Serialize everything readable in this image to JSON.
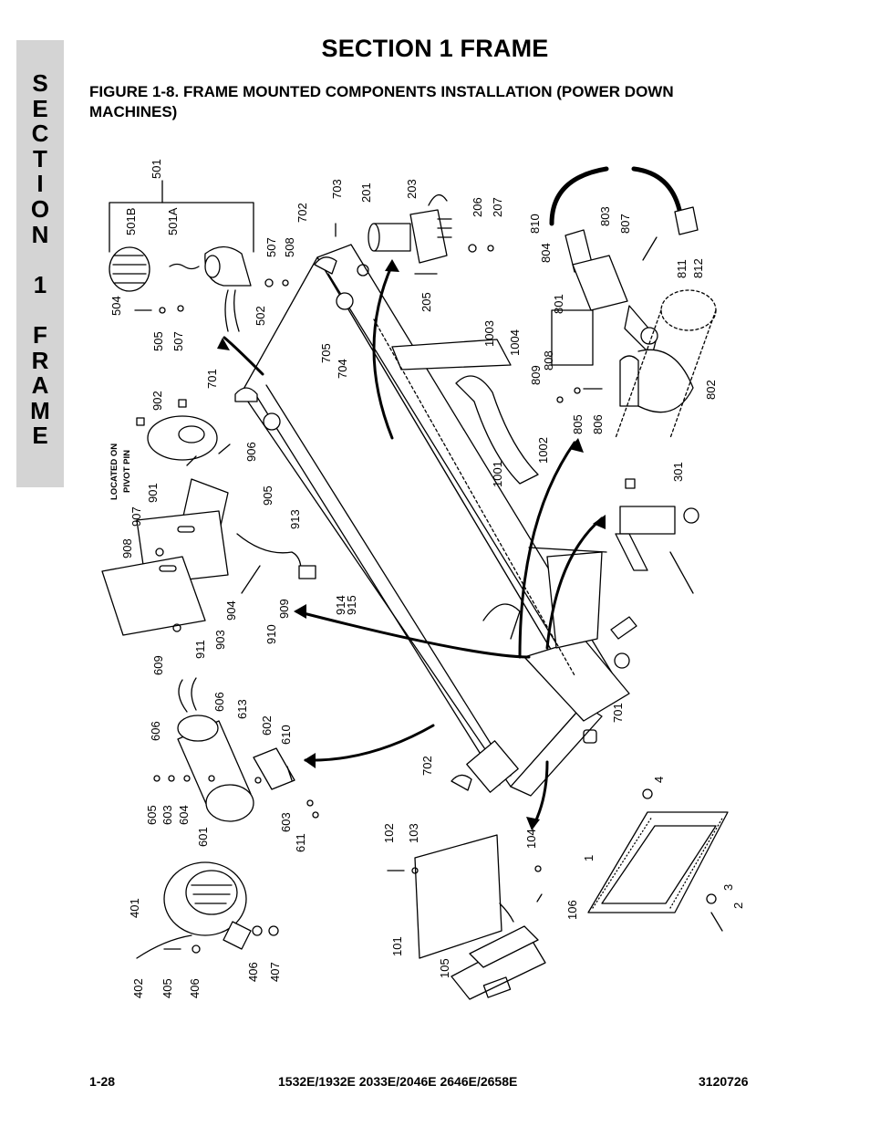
{
  "side_tab": {
    "letters": "S\nE\nC\nT\nI\nO\nN\n\n1\n\nF\nR\nA\nM\nE"
  },
  "section_title": "SECTION 1  FRAME",
  "figure_title": "FIGURE 1-8.    FRAME MOUNTED COMPONENTS INSTALLATION (POWER DOWN MACHINES)",
  "callout_note": {
    "line1": "LOCATED ON",
    "line2": "PIVOT PIN"
  },
  "labels": {
    "l501": "501",
    "l501b": "501B",
    "l501a": "501A",
    "l502": "502",
    "l504": "504",
    "l505": "505",
    "l507a": "507",
    "l507b": "507",
    "l508": "508",
    "l703": "703",
    "l702a": "702",
    "l201": "201",
    "l203": "203",
    "l205": "205",
    "l206": "206",
    "l207": "207",
    "l705": "705",
    "l704": "704",
    "l701a": "701",
    "l1003": "1003",
    "l1004": "1004",
    "l1002": "1002",
    "l1001": "1001",
    "l810": "810",
    "l804": "804",
    "l803": "803",
    "l807": "807",
    "l811": "811",
    "l812": "812",
    "l801": "801",
    "l809": "809",
    "l808": "808",
    "l805": "805",
    "l806": "806",
    "l802": "802",
    "l902": "902",
    "l901": "901",
    "l906": "906",
    "l905": "905",
    "l907": "907",
    "l908": "908",
    "l913": "913",
    "l914": "914",
    "l915": "915",
    "l909": "909",
    "l910": "910",
    "l904": "904",
    "l903": "903",
    "l911": "911",
    "l301": "301",
    "l609": "609",
    "l606a": "606",
    "l606b": "606",
    "l613": "613",
    "l602": "602",
    "l610": "610",
    "l605": "605",
    "l603a": "603",
    "l604": "604",
    "l601": "601",
    "l603b": "603",
    "l611": "611",
    "l702b": "702",
    "l701b": "701",
    "l102": "102",
    "l103": "103",
    "l104": "104",
    "l106": "106",
    "l101": "101",
    "l105": "105",
    "l4": "4",
    "l1": "1",
    "l3": "3",
    "l2": "2",
    "l401": "401",
    "l402": "402",
    "l405": "405",
    "l406a": "406",
    "l406b": "406",
    "l407": "407"
  },
  "footer": {
    "page_number": "1-28",
    "models": "1532E/1932E 2033E/2046E 2646E/2658E",
    "doc_number": "3120726"
  }
}
